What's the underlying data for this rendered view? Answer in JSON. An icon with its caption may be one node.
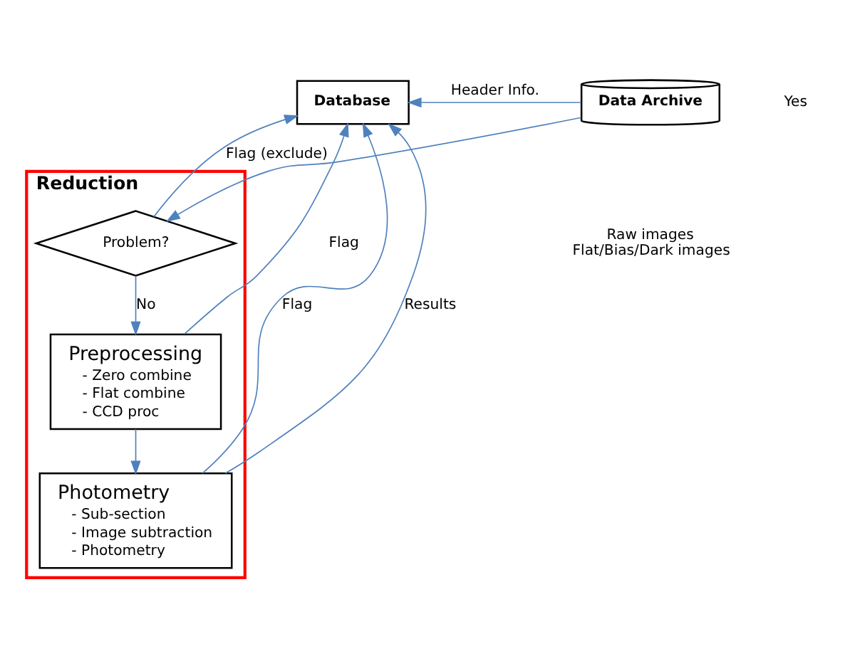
{
  "diagram": {
    "nodes": [
      {
        "text": [
          "Database"
        ]
      },
      {
        "text": [
          "Reduction"
        ]
      },
      {
        "text": [
          "Data Archive"
        ],
        "beside": [
          "Raw images",
          "Flat/Bias/Dark images"
        ]
      },
      {
        "text": [
          "Problem?"
        ],
        "in": 1
      },
      {
        "text": [
          "Preprocessing",
          "- Zero combine",
          "- Flat combine",
          "- CCD proc"
        ],
        "in": 1
      },
      {
        "text": [
          "Photometry",
          "- Sub-section",
          "- Image subtraction",
          "- Photometry"
        ],
        "in": 1
      }
    ],
    "edges": [
      {
        "from": 2,
        "to": 0,
        "arrow": "to",
        "label": "Header Info."
      },
      {
        "from": 2,
        "to": 3,
        "arrow": "to"
      },
      {
        "from": 3,
        "to": 0,
        "arrow": "to",
        "label": "Flag (exclude)"
      },
      {
        "from": 3,
        "to": 4,
        "arrow": "to",
        "label": "No"
      },
      {
        "from": 4,
        "to": 5,
        "arrow": "to"
      },
      {
        "from": 4,
        "to": 0,
        "arrow": "to",
        "label": "Flag"
      },
      {
        "from": 5,
        "to": 0,
        "arrow": "to",
        "label": "Flag"
      },
      {
        "from": 5,
        "to": 0,
        "arrow": "to",
        "label": "Results"
      }
    ],
    "labels": [
      "Yes"
    ]
  }
}
